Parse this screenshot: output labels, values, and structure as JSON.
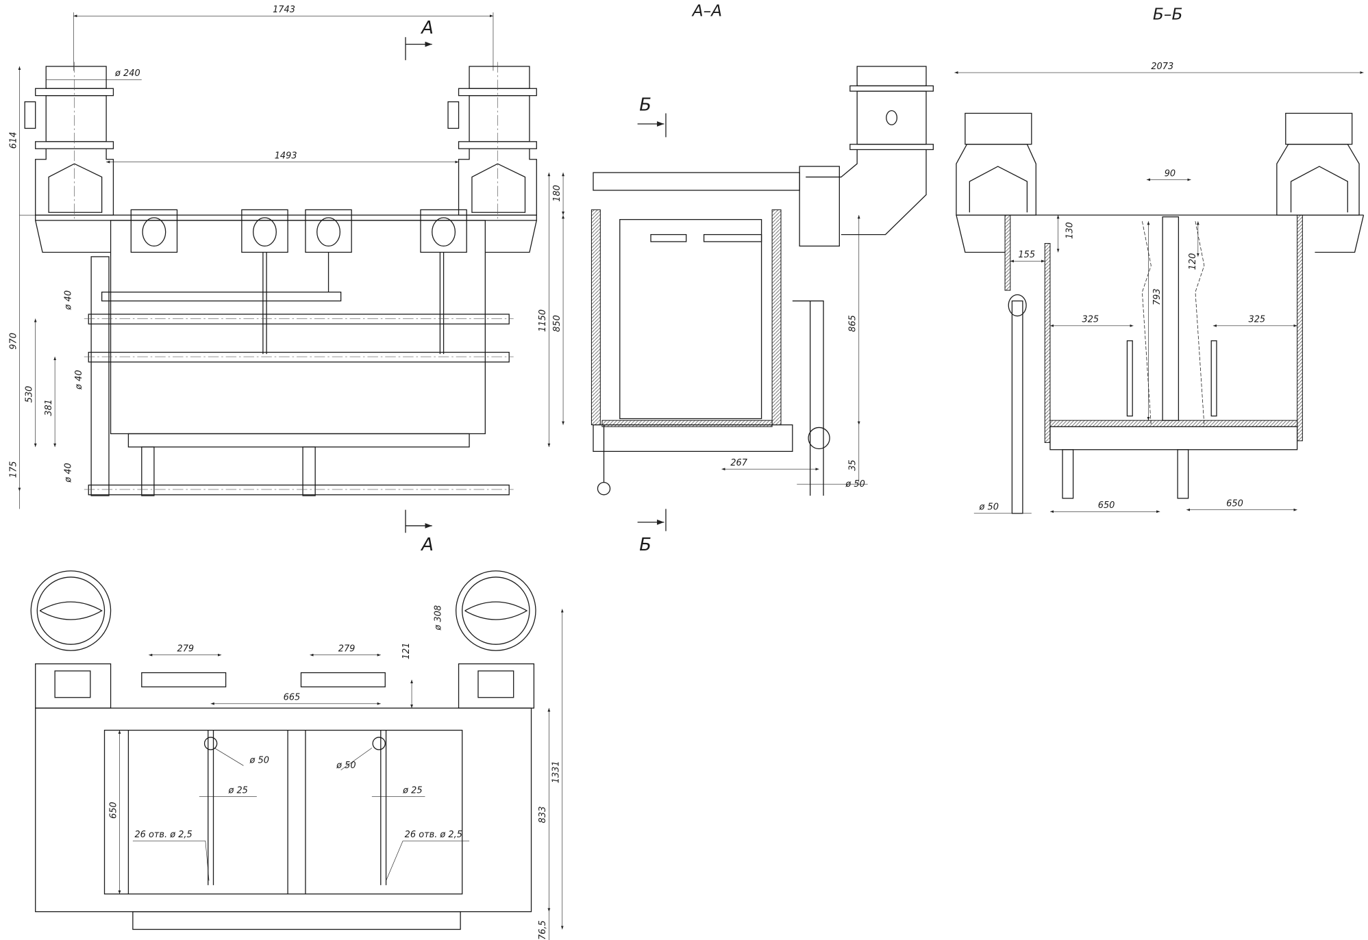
{
  "front_view": {
    "section_mark_top": "А",
    "section_mark_bottom": "А",
    "dims": {
      "overall_width": "1743",
      "flue_spacing": "1493",
      "flue_diameter": "ø 240",
      "flue_height": "614",
      "height_970": "970",
      "height_530": "530",
      "height_381": "381",
      "height_175": "175",
      "pipe_d_1": "ø 40",
      "pipe_d_2": "ø 40",
      "pipe_d_3": "ø 40"
    }
  },
  "section_aa": {
    "title": "А–А",
    "section_mark_top": "Б",
    "section_mark_bottom": "Б",
    "dims": {
      "top_180": "180",
      "height_1150": "1150",
      "height_850": "850",
      "height_865": "865",
      "offset_267": "267",
      "offset_35": "35",
      "drain_d": "ø 50"
    }
  },
  "section_bb": {
    "title": "Б–Б",
    "dims": {
      "overall_2073": "2073",
      "gap_90": "90",
      "depth_130": "130",
      "width_155": "155",
      "depth_120": "120",
      "height_793": "793",
      "left_325": "325",
      "right_325": "325",
      "drain_d": "ø 50",
      "left_650": "650",
      "right_650": "650"
    }
  },
  "plan_view": {
    "dims": {
      "left_279": "279",
      "right_279": "279",
      "offset_121": "121",
      "flue_d_308": "ø 308",
      "spacing_665": "665",
      "left_d50": "ø 50",
      "right_d50": "ø 50",
      "left_d25": "ø 25",
      "right_d25": "ø 25",
      "depth_650": "650",
      "left_holes": "26 отв. ø 2,5",
      "right_holes": "26 отв. ø 2,5",
      "overall_1331": "1331",
      "depth_833": "833",
      "bottom_76_5": "76,5"
    }
  }
}
